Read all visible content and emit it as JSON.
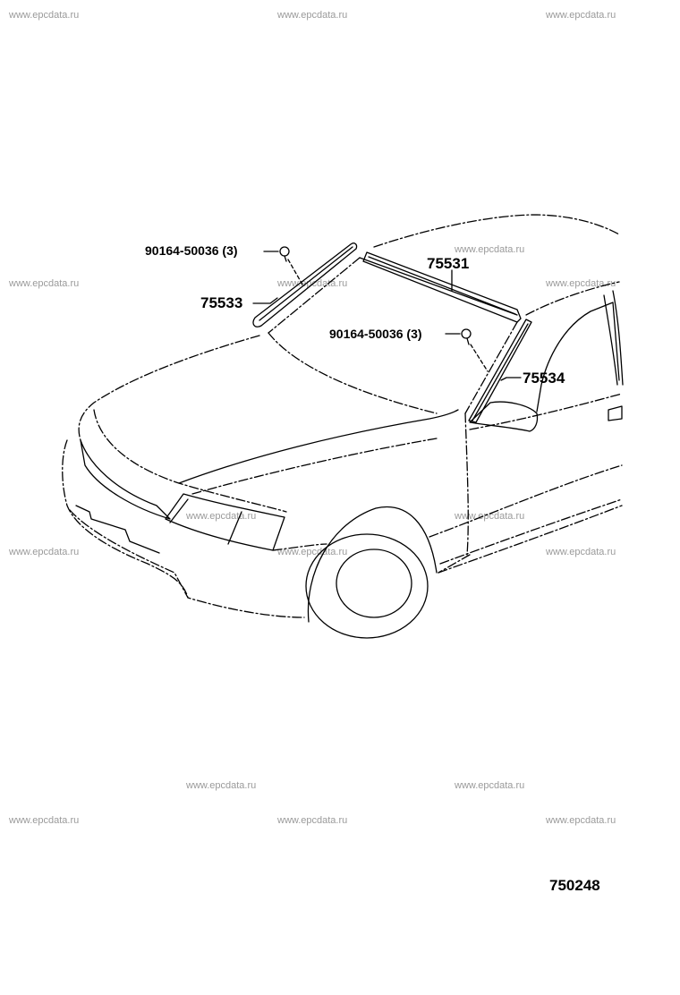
{
  "watermark": "www.epcdata.ru",
  "parts": {
    "fastener_left": "90164-50036 (3)",
    "moulding_left": "75533",
    "moulding_top": "75531",
    "fastener_right": "90164-50036 (3)",
    "moulding_right": "75534"
  },
  "diagram_number": "750248"
}
